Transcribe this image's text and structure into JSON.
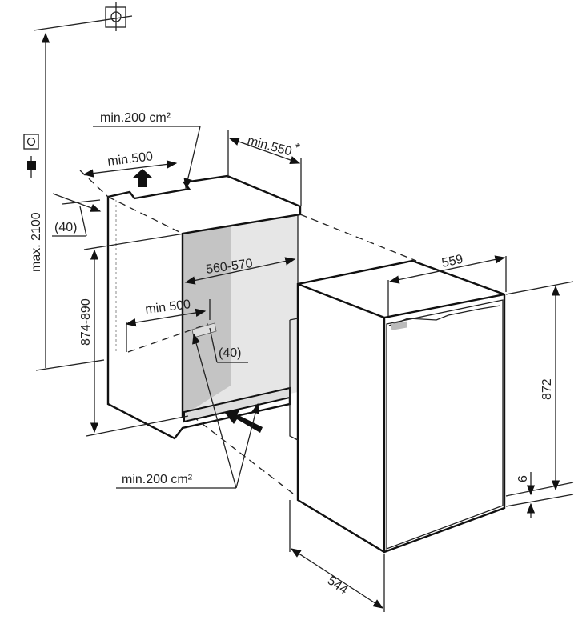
{
  "labels": {
    "top_vent_area": "min.200 cm²",
    "top_vent_width": "min.500",
    "depth_min": "min.550",
    "depth_note": "*",
    "top_offset": "(40)",
    "max_height": "max. 2100",
    "niche_height": "874-890",
    "niche_width": "560-570",
    "bottom_vent_width": "min 500",
    "bottom_offset": "(40)",
    "bottom_vent_area": "min.200 cm²",
    "appliance_width": "559",
    "appliance_height": "872",
    "plinth_gap": "6",
    "appliance_depth": "544"
  },
  "icons": [
    "ceiling-mount-icon",
    "power-socket-icon",
    "power-plug-icon"
  ]
}
